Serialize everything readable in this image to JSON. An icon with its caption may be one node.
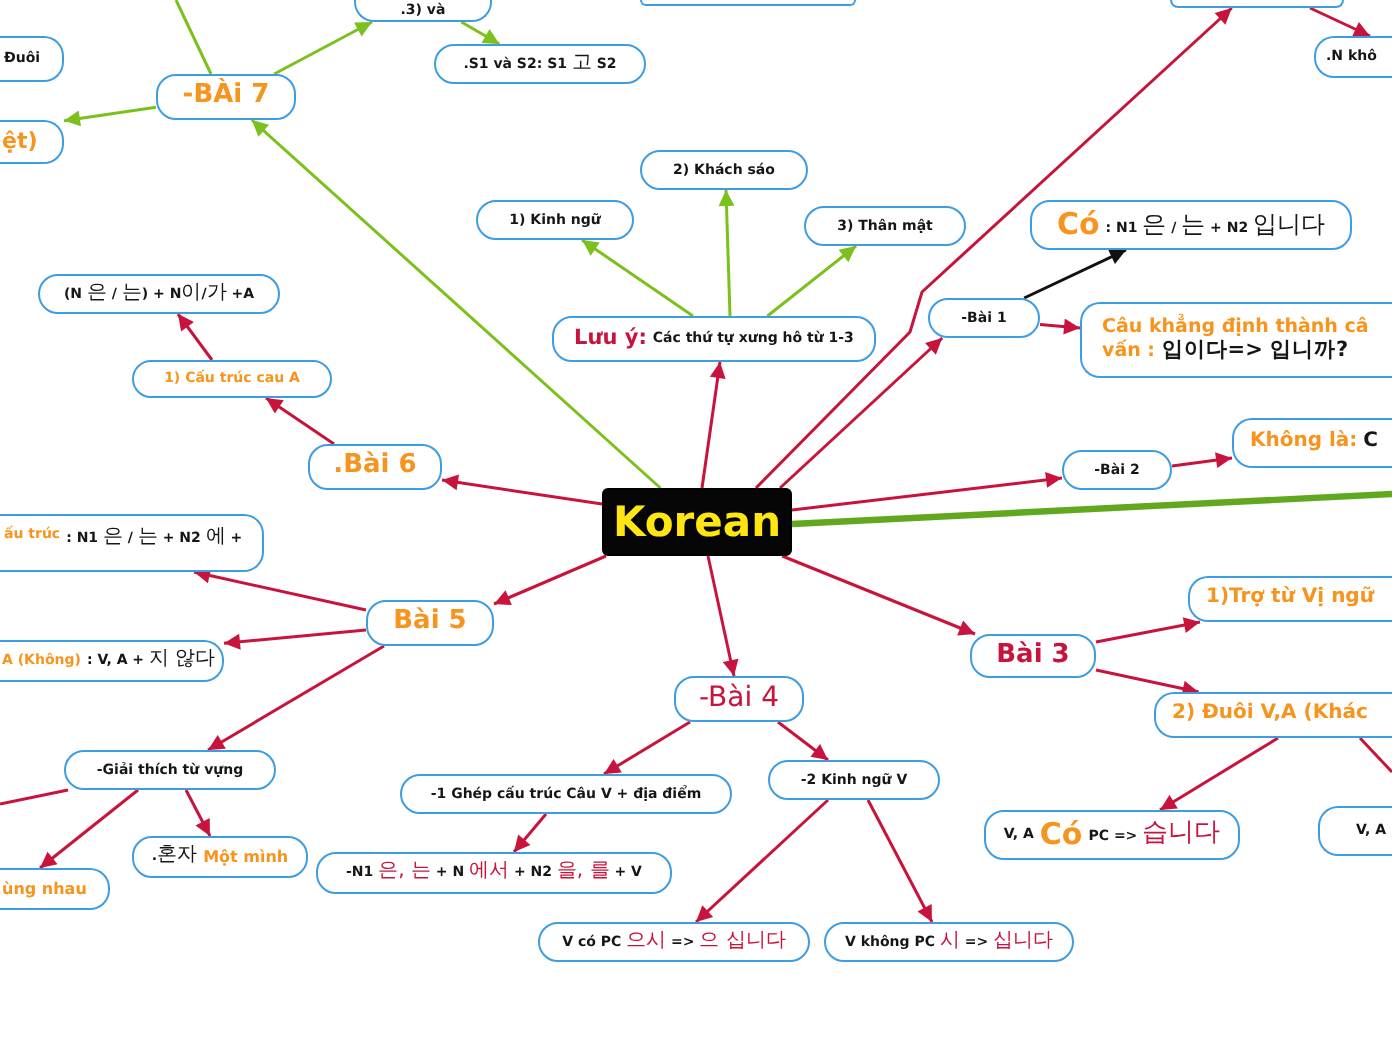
{
  "diagram": {
    "nodes": [
      {
        "text": [
          "Korean"
        ]
      },
      {
        "text": [
          "-BÀi 7"
        ]
      },
      {
        "text": [
          "Đuôi"
        ]
      },
      {
        "text": [
          "ệt)"
        ]
      },
      {
        "text": [
          ".3) và"
        ]
      },
      {
        "text": [
          ".S1 và S2: S1 고 S2"
        ]
      },
      {
        "text": [],
        "shape": "box"
      },
      {
        "text": [],
        "shape": "box"
      },
      {
        "text": [
          ".N khô"
        ]
      },
      {
        "text": [
          "1) Kinh ngữ"
        ]
      },
      {
        "text": [
          "2) Khách sáo"
        ]
      },
      {
        "text": [
          "3) Thân mật"
        ]
      },
      {
        "text": [
          "Lưu ý:",
          "Các thứ tự xưng hô từ 1-3"
        ]
      },
      {
        "text": [
          "-Bài 1"
        ]
      },
      {
        "text": [
          "Có",
          ": N1 은 / 는 + N2 입니다"
        ]
      },
      {
        "text": [
          "Câu khẳng định thành câ vấn : 입이다=> 입니까?"
        ]
      },
      {
        "text": [
          "-Bài 2"
        ]
      },
      {
        "text": [
          "Không là:",
          "C"
        ]
      },
      {
        "text": [
          ".Bài 6"
        ]
      },
      {
        "text": [
          "1) Cấu trúc cau A"
        ]
      },
      {
        "text": [
          "(N 은 / 는) + N이/가 +A"
        ]
      },
      {
        "text": [
          "Bài 5"
        ]
      },
      {
        "text": [
          "ấu trúc",
          ": N1 은 / 는 + N2 에 +"
        ]
      },
      {
        "text": [
          "A (Không)",
          ": V, A + 지 않다"
        ]
      },
      {
        "text": [
          "-Giải thích từ vựng"
        ]
      },
      {
        "text": [
          "ùng nhau"
        ]
      },
      {
        "text": [
          ".혼자",
          "Một mình"
        ]
      },
      {
        "text": [
          "-Bài 4"
        ]
      },
      {
        "text": [
          "-1 Ghép cấu trúc Câu V + địa điểm"
        ]
      },
      {
        "text": [
          "-2 Kinh ngữ V"
        ]
      },
      {
        "text": [
          "-N1 은, 는 + N 에서 + N2 을, 를 + V"
        ]
      },
      {
        "text": [
          "V có PC 으시 => 으 십니다"
        ]
      },
      {
        "text": [
          "V không PC 시 => 십니다"
        ]
      },
      {
        "text": [
          "Bài 3"
        ]
      },
      {
        "text": [
          "1)Trợ từ Vị ngữ"
        ]
      },
      {
        "text": [
          "2) Đuôi V,A (Khác"
        ]
      },
      {
        "text": [
          "V, A",
          "Có",
          "PC => 습니다"
        ]
      },
      {
        "text": [
          "V, A"
        ]
      }
    ],
    "edges": [
      {
        "from": 0,
        "to": 1,
        "arrow": "to",
        "color": "#7cc01e"
      },
      {
        "from": 1,
        "to": null,
        "arrow": "none",
        "color": "#7cc01e"
      },
      {
        "from": 1,
        "to": 4,
        "arrow": "to",
        "color": "#7cc01e"
      },
      {
        "from": 4,
        "to": 5,
        "arrow": "to",
        "color": "#7cc01e"
      },
      {
        "from": 1,
        "to": 3,
        "arrow": "to",
        "color": "#7cc01e"
      },
      {
        "from": 0,
        "to": 12,
        "arrow": "to"
      },
      {
        "from": 12,
        "to": 9,
        "arrow": "to",
        "color": "#7cc01e"
      },
      {
        "from": 12,
        "to": 10,
        "arrow": "to",
        "color": "#7cc01e"
      },
      {
        "from": 12,
        "to": 11,
        "arrow": "to",
        "color": "#7cc01e"
      },
      {
        "from": 0,
        "to": 13,
        "arrow": "to"
      },
      {
        "from": 0,
        "to": 7,
        "arrow": "to"
      },
      {
        "from": 7,
        "to": 8,
        "arrow": "to"
      },
      {
        "from": 13,
        "to": 14,
        "arrow": "to",
        "color": "#111111"
      },
      {
        "from": 13,
        "to": 15,
        "arrow": "to"
      },
      {
        "from": 0,
        "to": 16,
        "arrow": "to"
      },
      {
        "from": 16,
        "to": 17,
        "arrow": "to"
      },
      {
        "from": 0,
        "to": null,
        "arrow": "none",
        "style": "thick",
        "color": "#62a81e"
      },
      {
        "from": 0,
        "to": 18,
        "arrow": "to"
      },
      {
        "from": 18,
        "to": 19,
        "arrow": "to"
      },
      {
        "from": 19,
        "to": 20,
        "arrow": "to"
      },
      {
        "from": 0,
        "to": 21,
        "arrow": "to"
      },
      {
        "from": 21,
        "to": 22,
        "arrow": "to"
      },
      {
        "from": 21,
        "to": 23,
        "arrow": "to"
      },
      {
        "from": 21,
        "to": 24,
        "arrow": "to"
      },
      {
        "from": 24,
        "to": null,
        "arrow": "none"
      },
      {
        "from": 24,
        "to": 25,
        "arrow": "to"
      },
      {
        "from": 24,
        "to": 26,
        "arrow": "to"
      },
      {
        "from": 0,
        "to": 27,
        "arrow": "to"
      },
      {
        "from": 27,
        "to": 28,
        "arrow": "to"
      },
      {
        "from": 27,
        "to": 29,
        "arrow": "to"
      },
      {
        "from": 28,
        "to": 30,
        "arrow": "to"
      },
      {
        "from": 29,
        "to": 31,
        "arrow": "to"
      },
      {
        "from": 29,
        "to": 32,
        "arrow": "to"
      },
      {
        "from": 0,
        "to": 33,
        "arrow": "to"
      },
      {
        "from": 33,
        "to": 34,
        "arrow": "to"
      },
      {
        "from": 33,
        "to": 35,
        "arrow": "to"
      },
      {
        "from": 35,
        "to": 36,
        "arrow": "to"
      },
      {
        "from": 35,
        "to": null,
        "arrow": "none"
      }
    ]
  }
}
